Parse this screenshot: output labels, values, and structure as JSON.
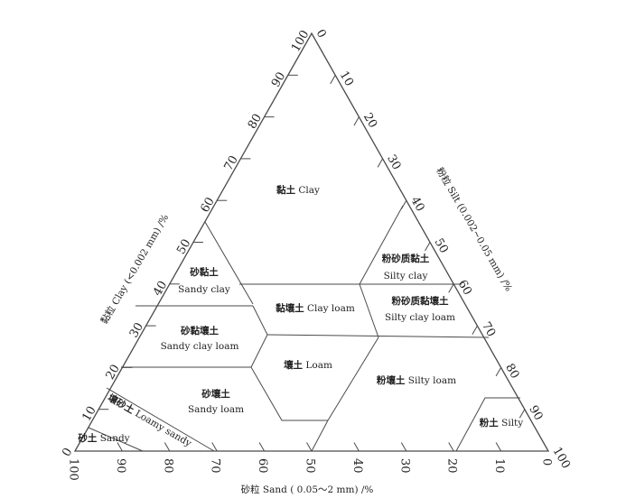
{
  "axes": {
    "left_title": "黏粒 Clay (<0.002 mm) /%",
    "right_title": "粉粒 Silt (0.002~0.05 mm) /%",
    "bottom_title": "砂粒 Sand ( 0.05～2 mm) /%",
    "left_ticks": [
      "0",
      "10",
      "20",
      "30",
      "40",
      "50",
      "60",
      "70",
      "80",
      "90",
      "100"
    ],
    "right_ticks": [
      "0",
      "10",
      "20",
      "30",
      "40",
      "50",
      "60",
      "70",
      "80",
      "90",
      "100"
    ],
    "bottom_ticks": [
      "100",
      "90",
      "80",
      "70",
      "60",
      "50",
      "40",
      "30",
      "20",
      "10",
      "0"
    ]
  },
  "regions": [
    {
      "cn": "黏土",
      "en": "Clay"
    },
    {
      "cn": "砂黏土",
      "en": "Sandy clay"
    },
    {
      "cn": "粉砂质黏土",
      "en": "Silty clay"
    },
    {
      "cn": "黏壤土",
      "en": "Clay loam"
    },
    {
      "cn": "粉砂质黏壤土",
      "en": "Silty clay loam"
    },
    {
      "cn": "砂黏壤土",
      "en": "Sandy clay loam"
    },
    {
      "cn": "壤土",
      "en": "Loam"
    },
    {
      "cn": "粉壤土",
      "en": "Silty loam"
    },
    {
      "cn": "砂壤土",
      "en": "Sandy loam"
    },
    {
      "cn": "壤砂土",
      "en": "Loamy sandy"
    },
    {
      "cn": "砂土",
      "en": "Sandy"
    },
    {
      "cn": "粉土",
      "en": "Silty"
    }
  ],
  "colors": {
    "line": "#4a4a4a",
    "text": "#222222"
  }
}
